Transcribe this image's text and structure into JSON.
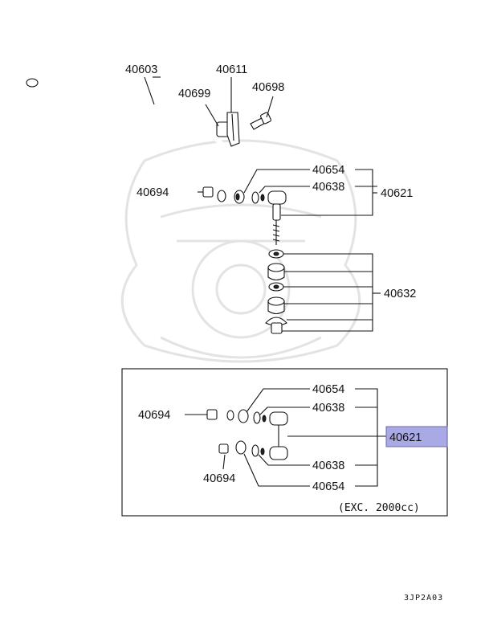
{
  "parts": {
    "p40603": "40603",
    "p40611": "40611",
    "p40699": "40699",
    "p40698": "40698",
    "p40654_top": "40654",
    "p40638_top": "40638",
    "p40621_top": "40621",
    "p40694_top": "40694",
    "p40632": "40632",
    "p40654_box1": "40654",
    "p40638_box1": "40638",
    "p40694_box1": "40694",
    "p40621_box": "40621",
    "p40694_box2": "40694",
    "p40638_box2": "40638",
    "p40654_box2": "40654"
  },
  "box_note": "(EXC. 2000cc)",
  "diagram_code": "3JP2A03",
  "colors": {
    "highlight_fill": "#a9a9e6",
    "highlight_border": "#6a6ab0",
    "line": "#111111",
    "watermark": "#e6e6e6"
  }
}
